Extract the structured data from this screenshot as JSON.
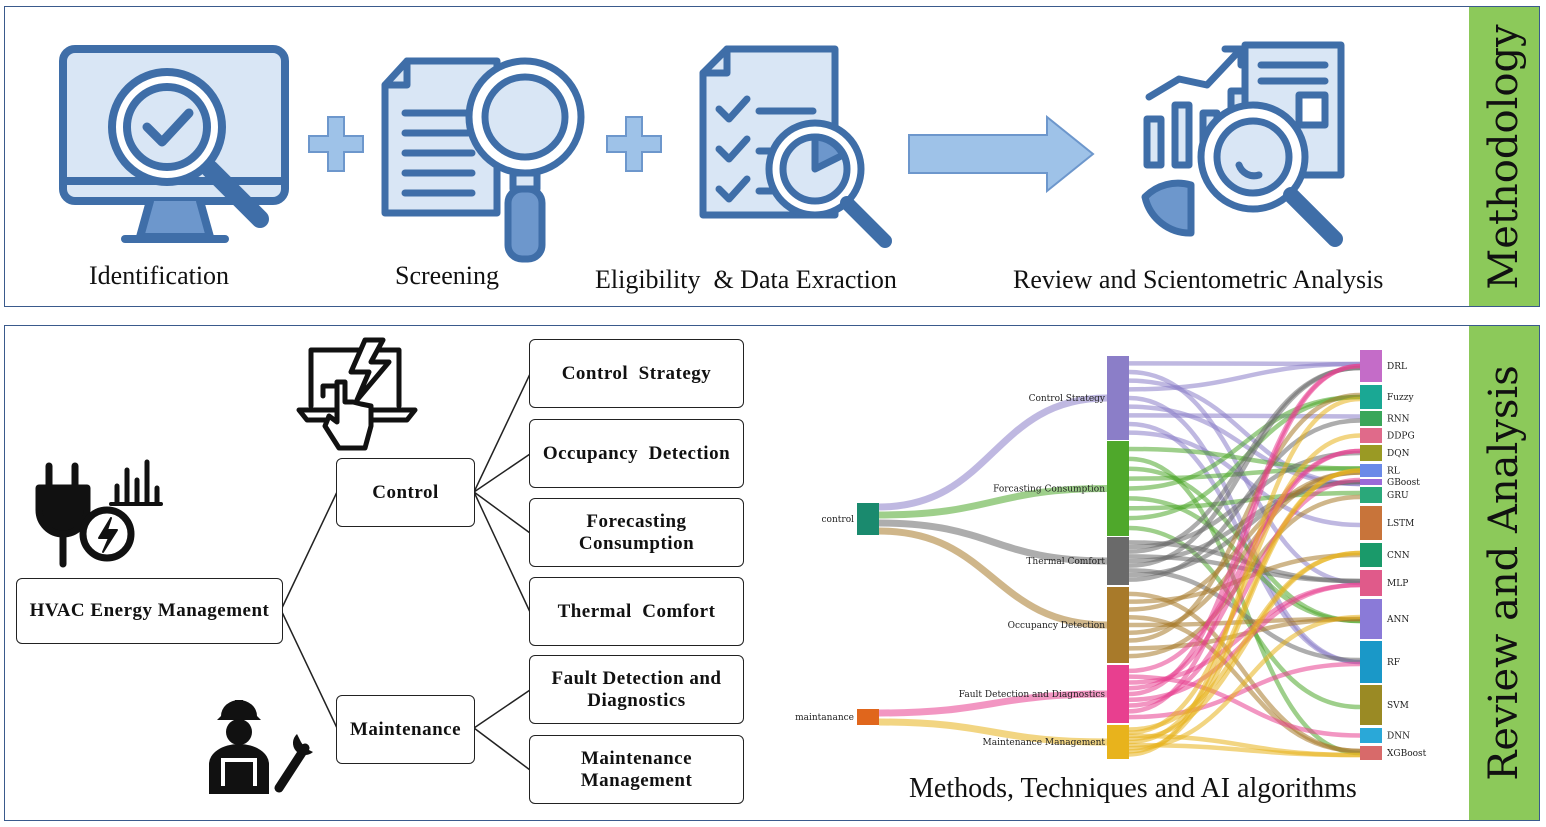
{
  "methodology": {
    "side_label": "Methodology",
    "steps": [
      {
        "label": "Identification",
        "icon": "monitor-magnifier-check-icon"
      },
      {
        "label": "Screening",
        "icon": "document-magnifier-icon"
      },
      {
        "label": "Eligibility  & Data Exraction",
        "icon": "checklist-magnifier-icon"
      },
      {
        "label": "Review and Scientometric Analysis",
        "icon": "report-chart-magnifier-icon"
      }
    ],
    "connectors": [
      "plus-icon",
      "plus-icon",
      "arrow-right-icon"
    ],
    "icon_color": "#3f6ea8",
    "icon_fill": "#d9e6f5"
  },
  "review": {
    "side_label": "Review and Analysis",
    "tree": {
      "root": "HVAC Energy Management",
      "branches": {
        "control": "Control",
        "maintenance": "Maintenance"
      },
      "control_leaves": [
        "Control  Strategy",
        "Occupancy  Detection",
        "Forecasting Consumption",
        "Thermal  Comfort"
      ],
      "maintenance_leaves": [
        "Fault Detection and Diagnostics",
        "Maintenance Management"
      ]
    },
    "caption": "Methods, Techniques and AI algorithms",
    "sankey": {
      "sources": [
        {
          "label": "control",
          "color": "#1a8a6e"
        },
        {
          "label": "maintanance",
          "color": "#e0661c"
        }
      ],
      "middle": [
        {
          "label": "Control Strategy",
          "color": "#8b7ec8"
        },
        {
          "label": "Forcasting Consumption",
          "color": "#4fa82b"
        },
        {
          "label": "Thermal Comfort",
          "color": "#6a6a6a"
        },
        {
          "label": "Occupancy Detection",
          "color": "#a87a2a"
        },
        {
          "label": "Fault Detection and Diagnostics",
          "color": "#e83f8f"
        },
        {
          "label": "Maintenance Management",
          "color": "#e8b31c"
        }
      ],
      "targets": [
        {
          "label": "DRL",
          "color": "#c46cc8"
        },
        {
          "label": "Fuzzy",
          "color": "#1aa894"
        },
        {
          "label": "RNN",
          "color": "#3aa65a"
        },
        {
          "label": "DDPG",
          "color": "#e06a8a"
        },
        {
          "label": "DQN",
          "color": "#9a9a24"
        },
        {
          "label": "RL",
          "color": "#6a8ae8"
        },
        {
          "label": "GBoost",
          "color": "#9a6ad8"
        },
        {
          "label": "GRU",
          "color": "#2aa87a"
        },
        {
          "label": "LSTM",
          "color": "#c8743a"
        },
        {
          "label": "CNN",
          "color": "#1a9a6a"
        },
        {
          "label": "MLP",
          "color": "#e05a8a"
        },
        {
          "label": "ANN",
          "color": "#8a7ad8"
        },
        {
          "label": "RF",
          "color": "#1a98c8"
        },
        {
          "label": "SVM",
          "color": "#9a8a24"
        },
        {
          "label": "DNN",
          "color": "#2aa8d8"
        },
        {
          "label": "XGBoost",
          "color": "#d86a6a"
        }
      ]
    }
  }
}
